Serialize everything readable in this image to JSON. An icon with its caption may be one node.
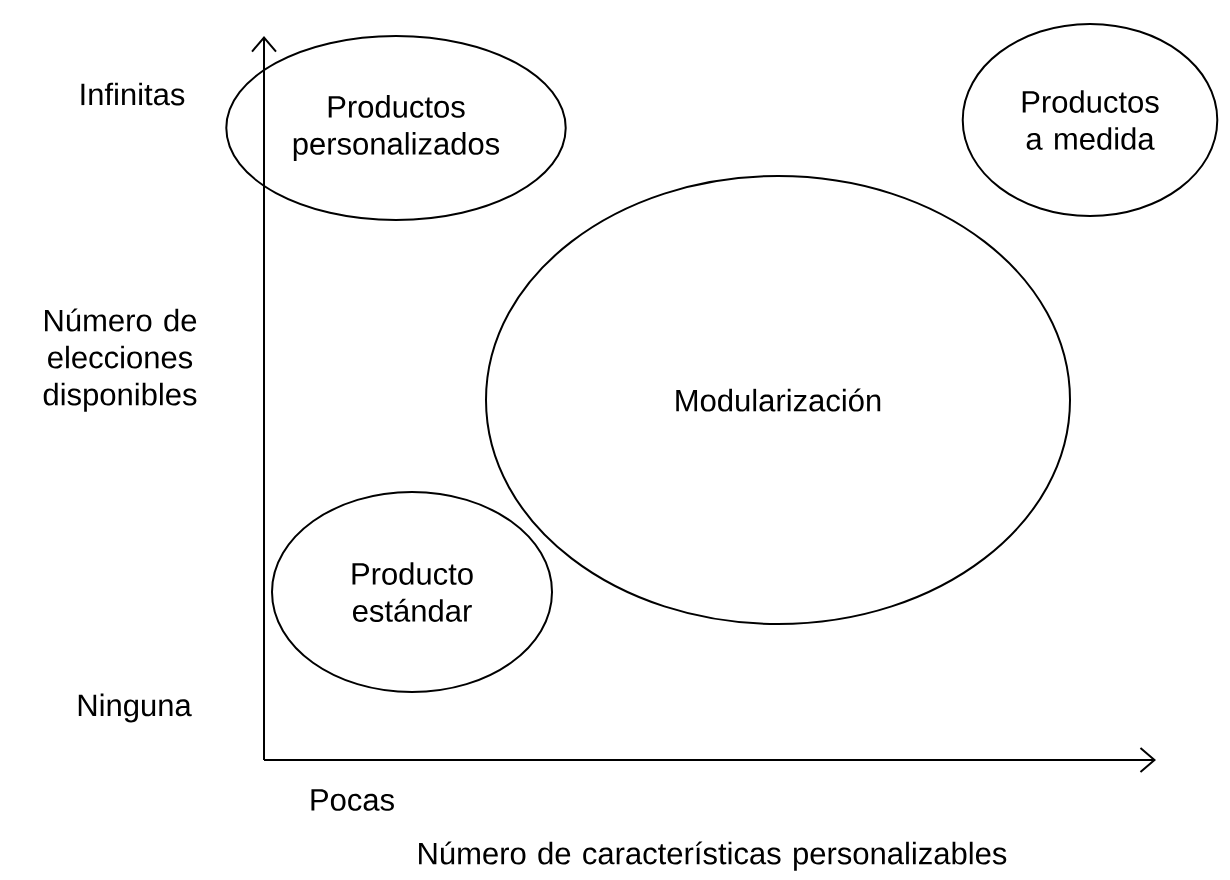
{
  "diagram": {
    "nodes": [
      {
        "text": [
          "Productos personalizados"
        ]
      },
      {
        "text": [
          "Productos a medida"
        ]
      },
      {
        "text": [
          "Modularización"
        ]
      },
      {
        "text": [
          "Producto estándar"
        ]
      }
    ],
    "labels": [
      "Infinitas",
      "Número de elecciones disponibles",
      "Ninguna",
      "Pocas",
      "Número de características personalizables"
    ]
  }
}
